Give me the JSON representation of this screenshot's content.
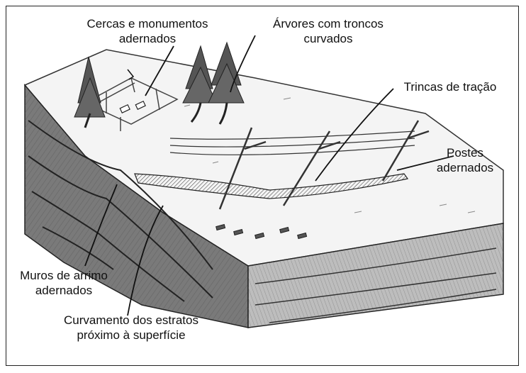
{
  "labels": {
    "fences": [
      "Cercas e monumentos",
      "adernados"
    ],
    "trees": [
      "Árvores com troncos",
      "curvados"
    ],
    "cracks": "Trincas de tração",
    "poles": [
      "Postes",
      "adernados"
    ],
    "walls": [
      "Muros de arrimo",
      "adernados"
    ],
    "strata": [
      "Curvamento dos estratos",
      "próximo à superfície"
    ]
  }
}
